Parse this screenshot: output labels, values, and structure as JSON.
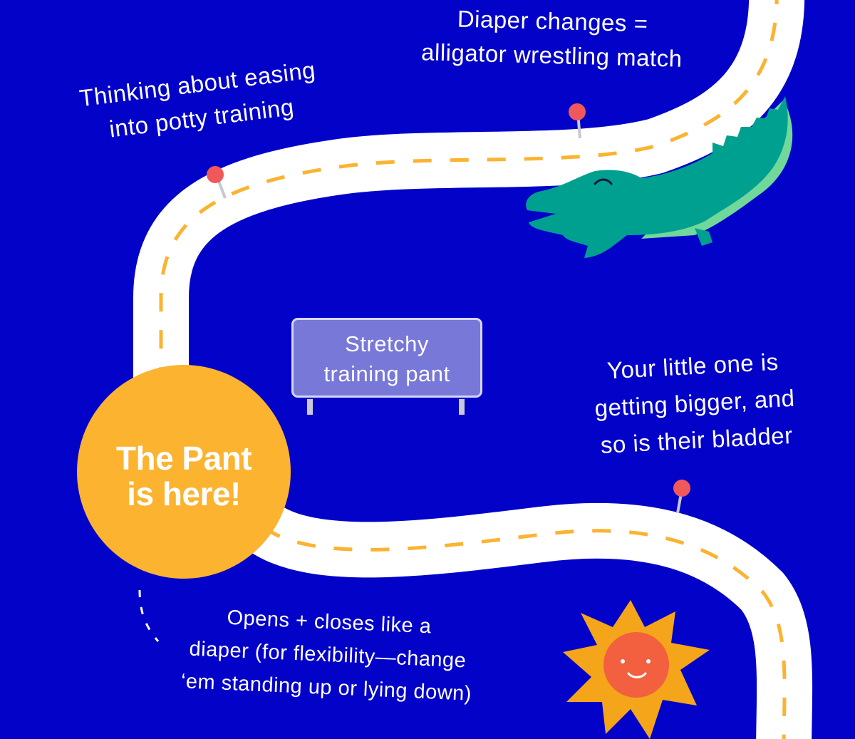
{
  "colors": {
    "background": "#0202c8",
    "road": "#ffffff",
    "road_dashes": "#fbb330",
    "pin": "#f0585a",
    "badge": "#fbb330",
    "sign": "#7878d8",
    "alligator": "#00a090",
    "alligator_belly": "#70d89a",
    "sun_rays": "#f5a51a",
    "sun_face": "#f26040"
  },
  "notes": {
    "diaper": [
      "Diaper changes =",
      "alligator wrestling match"
    ],
    "thinking": [
      "Thinking about easing",
      "into potty training"
    ],
    "bigger": [
      "Your little one is",
      "getting bigger, and",
      "so is their bladder"
    ],
    "opens": [
      "Opens + closes like a",
      "diaper (for flexibility—change",
      "‘em standing up or lying down)"
    ]
  },
  "sign": [
    "Stretchy",
    "training pant"
  ],
  "badge": [
    "The Pant",
    "is here!"
  ],
  "icons": {
    "pins": "map-pin-icon",
    "alligator": "alligator-icon",
    "sun": "sun-icon"
  }
}
